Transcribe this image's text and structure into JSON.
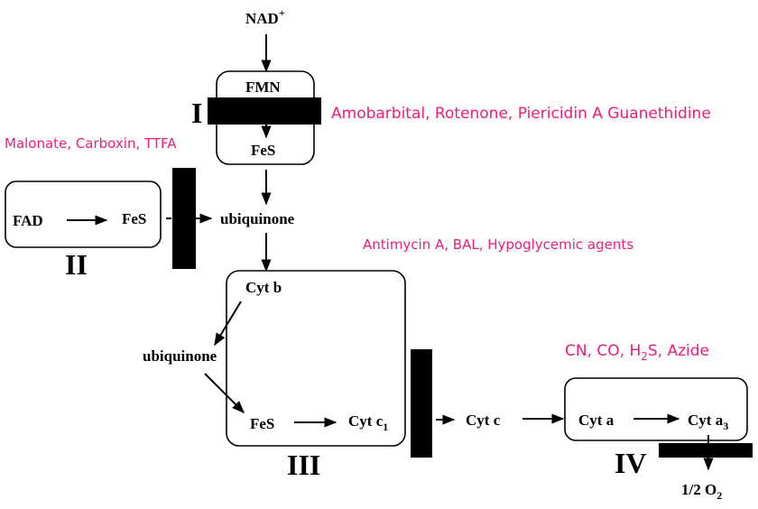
{
  "title": "Electron transport chain and its inhibitors",
  "colors": {
    "inhibitor": "#ee1c7c",
    "ink": "#000000"
  },
  "complexes": {
    "I": {
      "roman": "I",
      "components": [
        "FMN",
        "FeS"
      ]
    },
    "II": {
      "roman": "II",
      "components": [
        "FAD",
        "FeS"
      ]
    },
    "III": {
      "roman": "III",
      "components": [
        "Cyt b",
        "FeS",
        "Cyt c",
        "1"
      ]
    },
    "IV": {
      "roman": "IV",
      "components": [
        "Cyt a",
        "Cyt a",
        "3"
      ]
    }
  },
  "carriers": {
    "nad": "NAD",
    "nad_sup": "+",
    "ubiquinone_top": "ubiquinone",
    "ubiquinone_mid": "ubiquinone",
    "cyt_c": "Cyt c",
    "oxygen": "1/2 O",
    "oxygen_sub": "2"
  },
  "inhibitors": {
    "complex_I": "Amobarbital, Rotenone, Piericidin A Guanethidine",
    "complex_II": "Malonate, Carboxin, TTFA",
    "complex_III": "Antimycin A, BAL, Hypoglycemic agents",
    "complex_IV": {
      "pre": "CN, CO, H",
      "sub": "2",
      "post": "S, Azide"
    }
  }
}
